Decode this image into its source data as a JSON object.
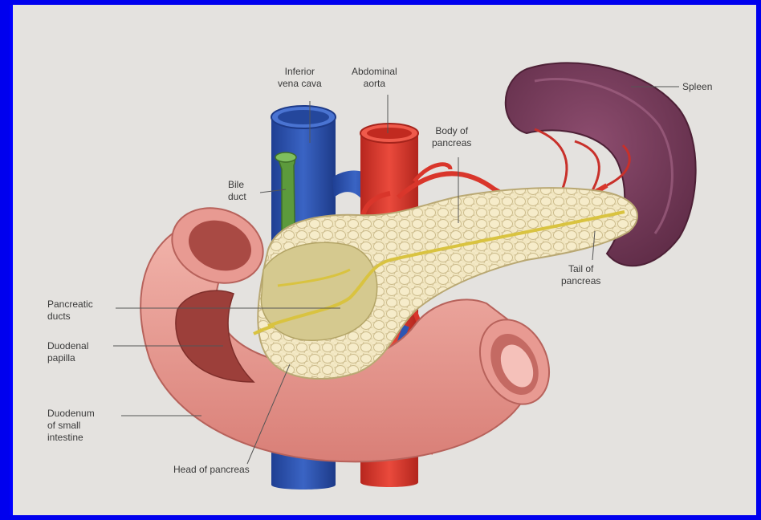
{
  "labels": {
    "inferior_vena_cava": [
      "Inferior",
      "vena cava"
    ],
    "abdominal_aorta": [
      "Abdominal",
      "aorta"
    ],
    "body_of_pancreas": [
      "Body of",
      "pancreas"
    ],
    "spleen": [
      "Spleen"
    ],
    "bile_duct": [
      "Bile",
      "duct"
    ],
    "tail_of_pancreas": [
      "Tail of",
      "pancreas"
    ],
    "pancreatic_ducts": [
      "Pancreatic",
      "ducts"
    ],
    "duodenal_papilla": [
      "Duodenal",
      "papilla"
    ],
    "duodenum": [
      "Duodenum",
      "of small",
      "intestine"
    ],
    "head_of_pancreas": [
      "Head of pancreas"
    ]
  },
  "colors": {
    "frame": "#0000ee",
    "background": "#e4e2df",
    "vein": "#2a4fa8",
    "artery": "#d9362b",
    "bile_duct": "#5c9a3c",
    "pancreas": "#f1e6c0",
    "duodenum": "#e89a92",
    "spleen": "#7a3d5c",
    "duct": "#d9c340"
  }
}
